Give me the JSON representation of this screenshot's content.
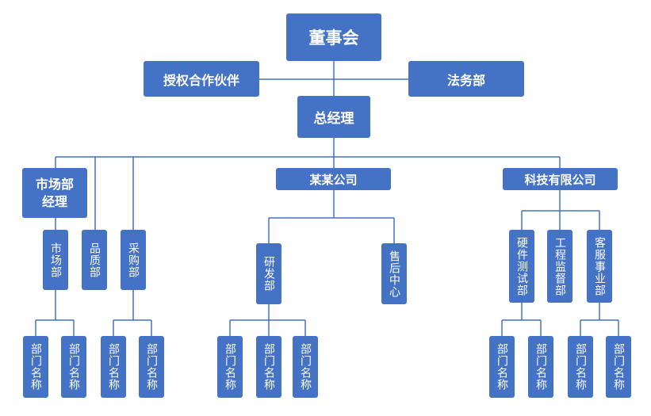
{
  "colors": {
    "box": "#4472c4",
    "text": "#ffffff",
    "line": "#4472c4"
  },
  "nodes": {
    "board": "董事会",
    "partner": "授权合作伙伴",
    "legal": "法务部",
    "gm": "总经理",
    "market_manager": "市场部\n经理",
    "company_a": "某某公司",
    "company_b": "科技有限公司",
    "market_dept": "市场部",
    "quality_dept": "品质部",
    "purchase_dept": "采购部",
    "rd_dept": "研发部",
    "after_sales": "售后中心",
    "hw_test": "硬件测试部",
    "eng_supervision": "工程监督部",
    "customer_service": "客服事业部",
    "dept_name": "部门名称"
  }
}
